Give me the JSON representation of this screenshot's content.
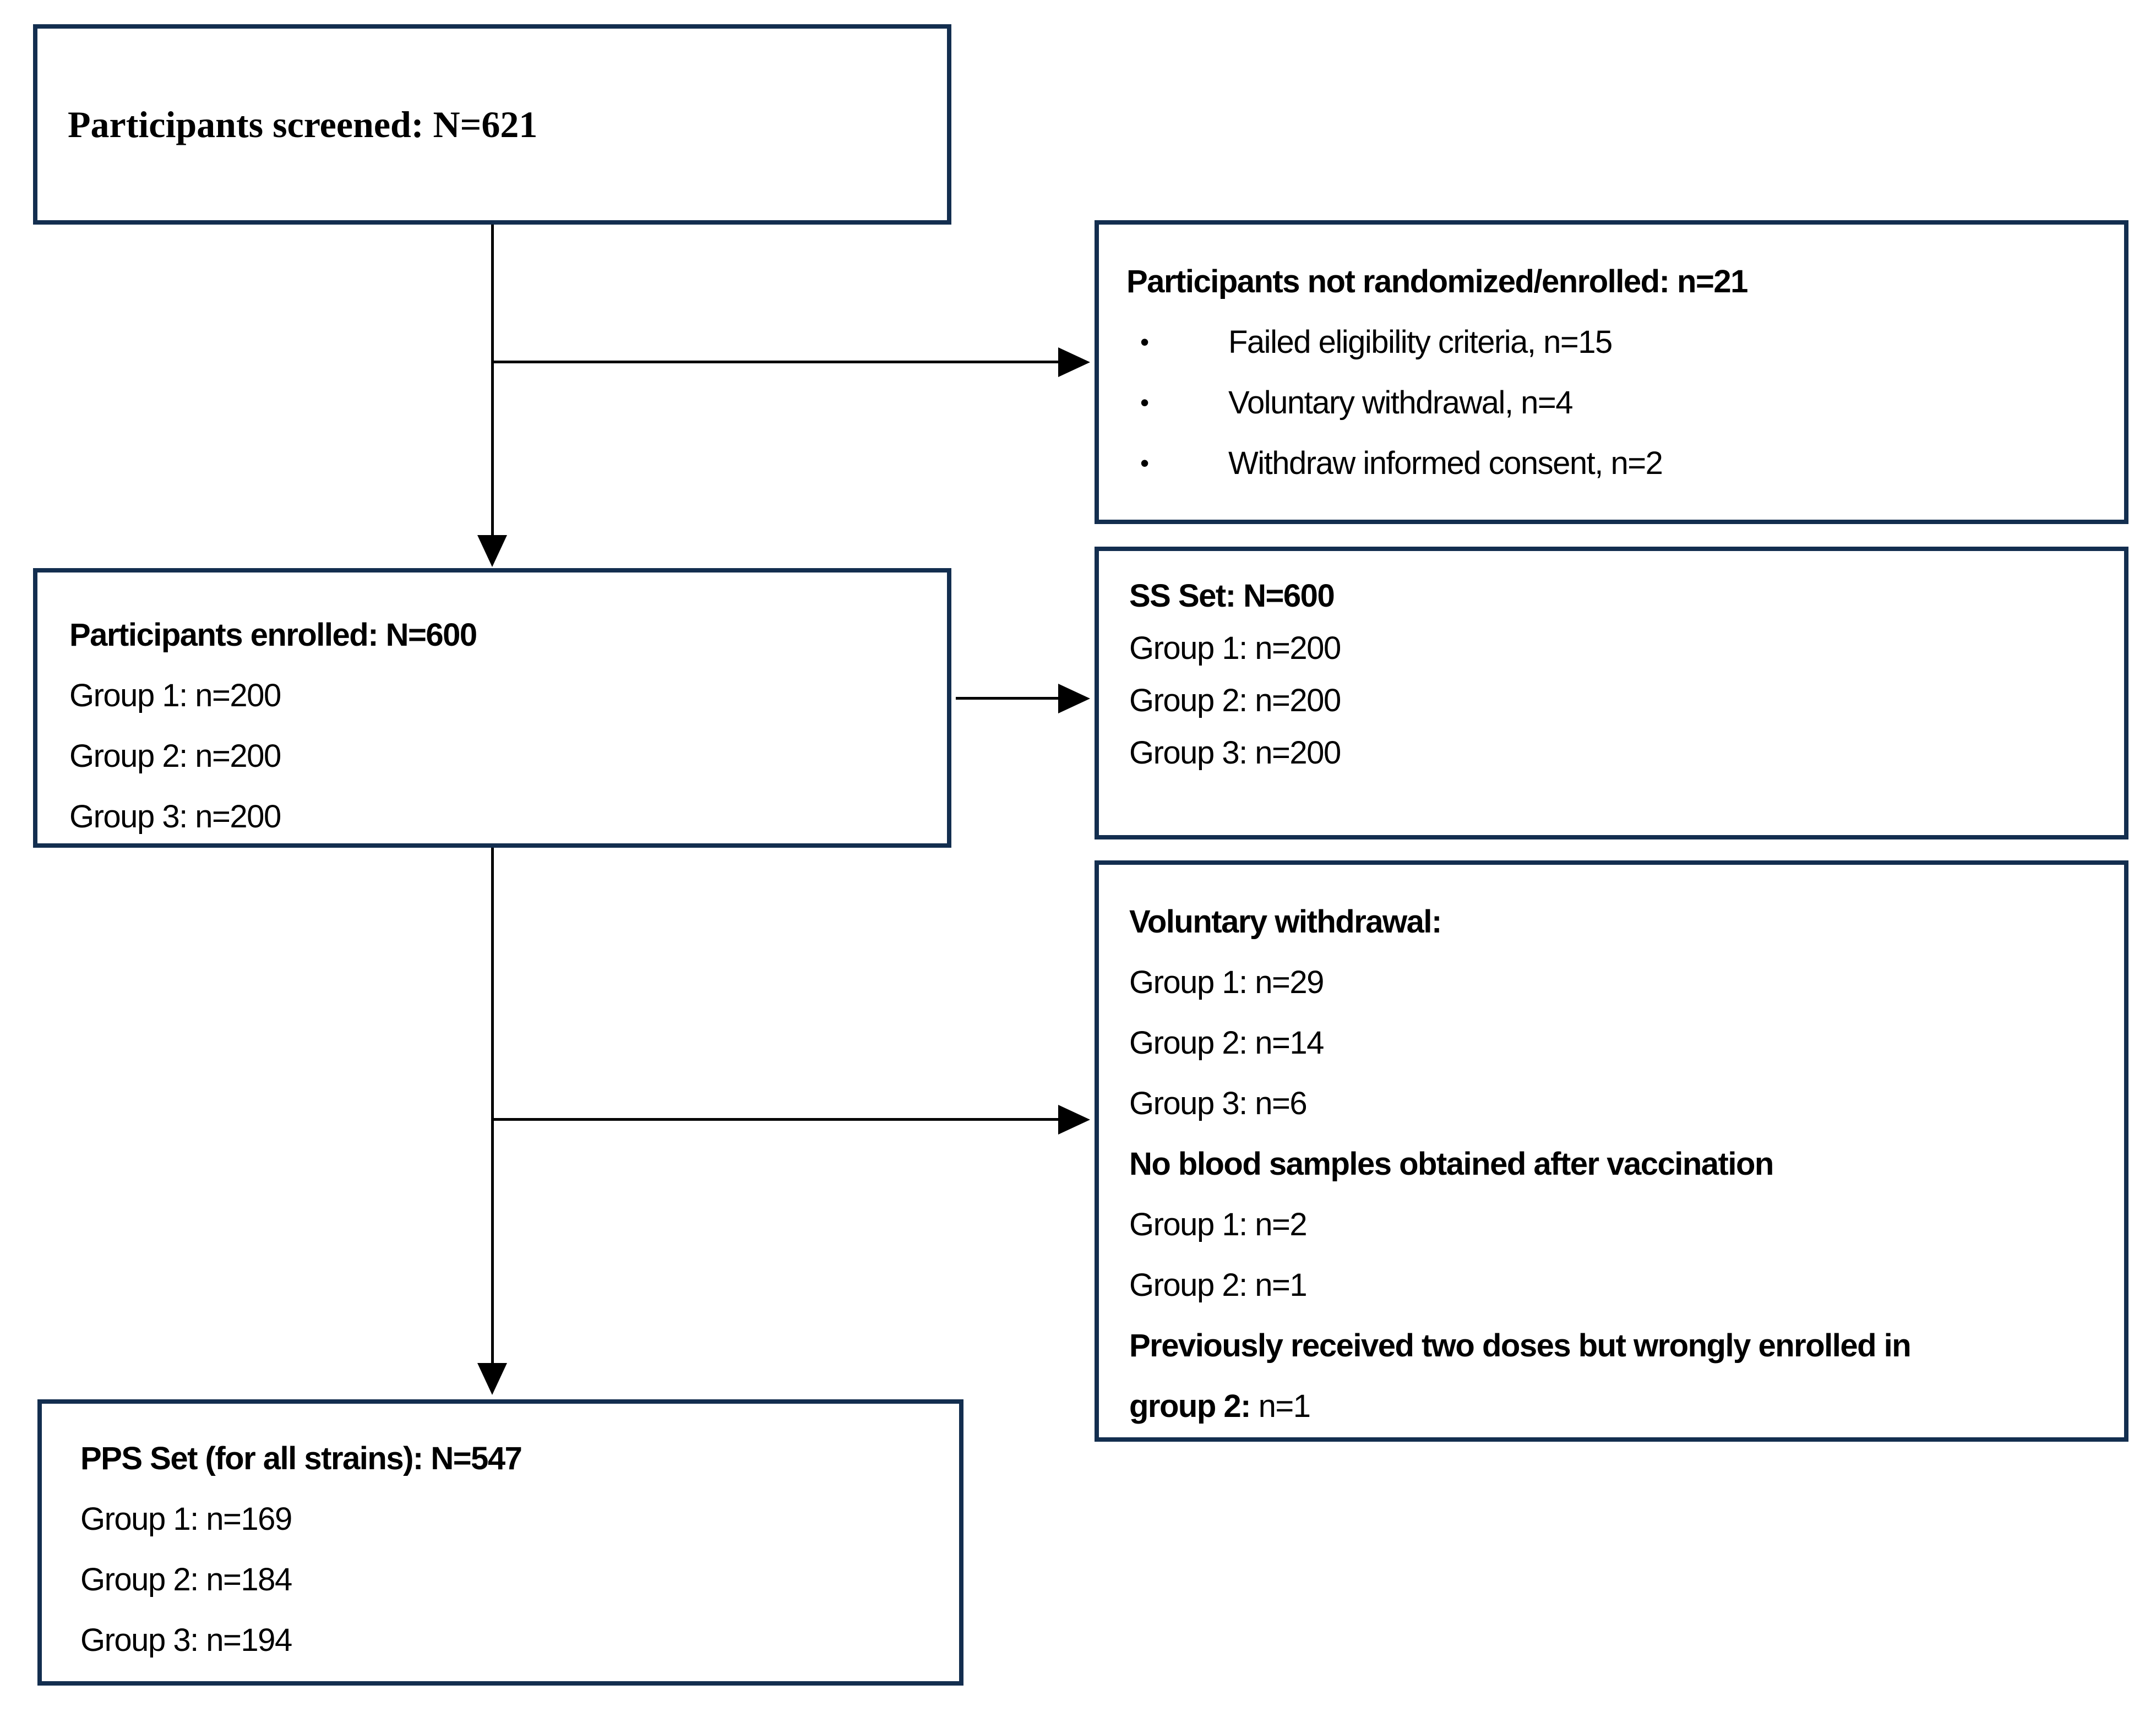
{
  "colors": {
    "box_border": "#132e4f",
    "arrow": "#000000",
    "text": "#000000",
    "background": "#ffffff"
  },
  "boxes": {
    "screened": {
      "title": "Participants screened: N=621"
    },
    "not_randomized": {
      "title": "Participants not randomized/enrolled: n=21",
      "bullet_glyph": "•",
      "bullets": [
        "Failed eligibility criteria, n=15",
        "Voluntary withdrawal, n=4",
        "Withdraw informed consent, n=2"
      ]
    },
    "enrolled": {
      "title": "Participants enrolled: N=600",
      "lines": [
        "Group 1: n=200",
        "Group 2: n=200",
        "Group 3: n=200"
      ]
    },
    "ss_set": {
      "title": "SS Set: N=600",
      "lines": [
        "Group 1: n=200",
        "Group 2: n=200",
        "Group 3: n=200"
      ]
    },
    "withdrawal": {
      "section1_title": "Voluntary withdrawal:",
      "section1_lines": [
        "Group 1: n=29",
        "Group 2: n=14",
        "Group 3: n=6"
      ],
      "section2_title": "No blood samples obtained after vaccination",
      "section2_lines": [
        "Group 1: n=2",
        "Group 2: n=1"
      ],
      "section3_title_line1": "Previously received two doses but wrongly enrolled in",
      "section3_line2_bold": "group 2:",
      "section3_line2_value": " n=1"
    },
    "pps_set": {
      "title": "PPS Set (for all strains): N=547",
      "lines": [
        "Group 1: n=169",
        "Group 2: n=184",
        "Group 3: n=194"
      ]
    }
  }
}
